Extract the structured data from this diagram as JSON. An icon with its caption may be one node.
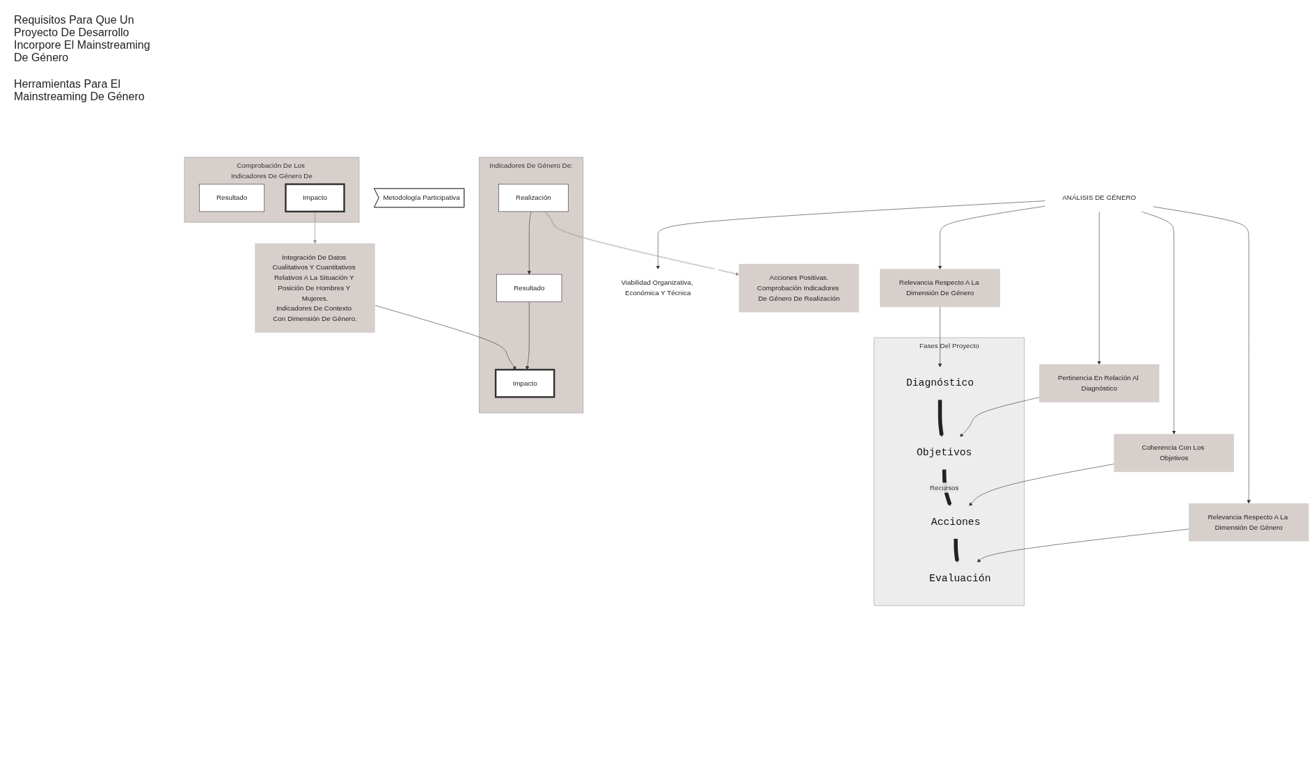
{
  "diagram": {
    "nodes": [
      {
        "text": [
          "ANÁLISIS DE GÉNERO"
        ]
      },
      {
        "text": [
          "Relevancia Respecto A La Dimensión De Género"
        ]
      },
      {
        "text": [
          "Pertinencia En Relación Al Diagnóstico"
        ]
      },
      {
        "text": [
          "Viabilidad Organizativa, Económica Y Técnica"
        ]
      },
      {
        "text": [
          "Coherencia Con Los Objetivos"
        ]
      },
      {
        "text": [
          "Relevancia Respecto A La Dimensión De Género"
        ]
      },
      {
        "text": [
          "Metodología Participativa"
        ]
      },
      {
        "text": [
          "Fases Del Proyecto"
        ]
      },
      {
        "text": [
          "Diagnóstico"
        ],
        "in": 7
      },
      {
        "text": [
          "Objetivos"
        ],
        "in": 7
      },
      {
        "text": [
          "Acciones"
        ],
        "in": 7
      },
      {
        "text": [
          "Evaluación"
        ],
        "in": 7
      },
      {
        "text": [
          "Integración De Datos Cualitativos Y Cuantitativos Relativos A La Situación Y Posición De Hombres Y Mujeres.",
          "Indicadores De Contexto Con Dimensión De Género."
        ]
      },
      {
        "text": [
          "Indicadores De Género De:"
        ]
      },
      {
        "text": [
          "Realización"
        ],
        "in": 13
      },
      {
        "text": [
          "Resultado"
        ],
        "in": 13
      },
      {
        "text": [
          "Impacto"
        ],
        "in": 13
      },
      {
        "text": [
          "Acciones Positivas.",
          "Comprobación Indicadores De Género De Realización"
        ]
      },
      {
        "text": [
          "Comprobación De Los Indicadores De Género De"
        ]
      },
      {
        "text": [
          "Resultado"
        ],
        "in": 18
      },
      {
        "text": [
          "Impacto"
        ],
        "in": 18
      }
    ],
    "edges": [
      {
        "from": 0,
        "to": 1,
        "arrow": "to"
      },
      {
        "from": 0,
        "to": 2,
        "arrow": "to"
      },
      {
        "from": 0,
        "to": 3,
        "arrow": "to"
      },
      {
        "from": 0,
        "to": 4,
        "arrow": "to"
      },
      {
        "from": 0,
        "to": 5,
        "arrow": "to"
      },
      {
        "from": 1,
        "to": 8,
        "arrow": "to"
      },
      {
        "from": 2,
        "to": 9,
        "arrow": "to"
      },
      {
        "from": 4,
        "to": 10,
        "arrow": "to"
      },
      {
        "from": 5,
        "to": 11,
        "arrow": "to"
      },
      {
        "from": 8,
        "to": 9,
        "arrow": "to",
        "style": "thick"
      },
      {
        "from": 9,
        "to": 10,
        "arrow": "to",
        "label": "Recursos",
        "style": "thick"
      },
      {
        "from": 10,
        "to": 11,
        "arrow": "to",
        "style": "thick"
      },
      {
        "from": 14,
        "to": 15,
        "arrow": "to"
      },
      {
        "from": 15,
        "to": 16,
        "arrow": "to"
      },
      {
        "from": 14,
        "to": 17,
        "arrow": "to",
        "style": "dashed",
        "color": "#a09590"
      },
      {
        "from": 12,
        "to": 16,
        "arrow": "to"
      },
      {
        "from": 20,
        "to": 12,
        "arrow": "to",
        "style": "dashed",
        "color": "#a09590"
      }
    ],
    "labels": [
      "Requisitos Para Que Un Proyecto De Desarrollo Incorpore El Mainstreaming De Género",
      "Herramientas Para El Mainstreaming De Género"
    ]
  }
}
